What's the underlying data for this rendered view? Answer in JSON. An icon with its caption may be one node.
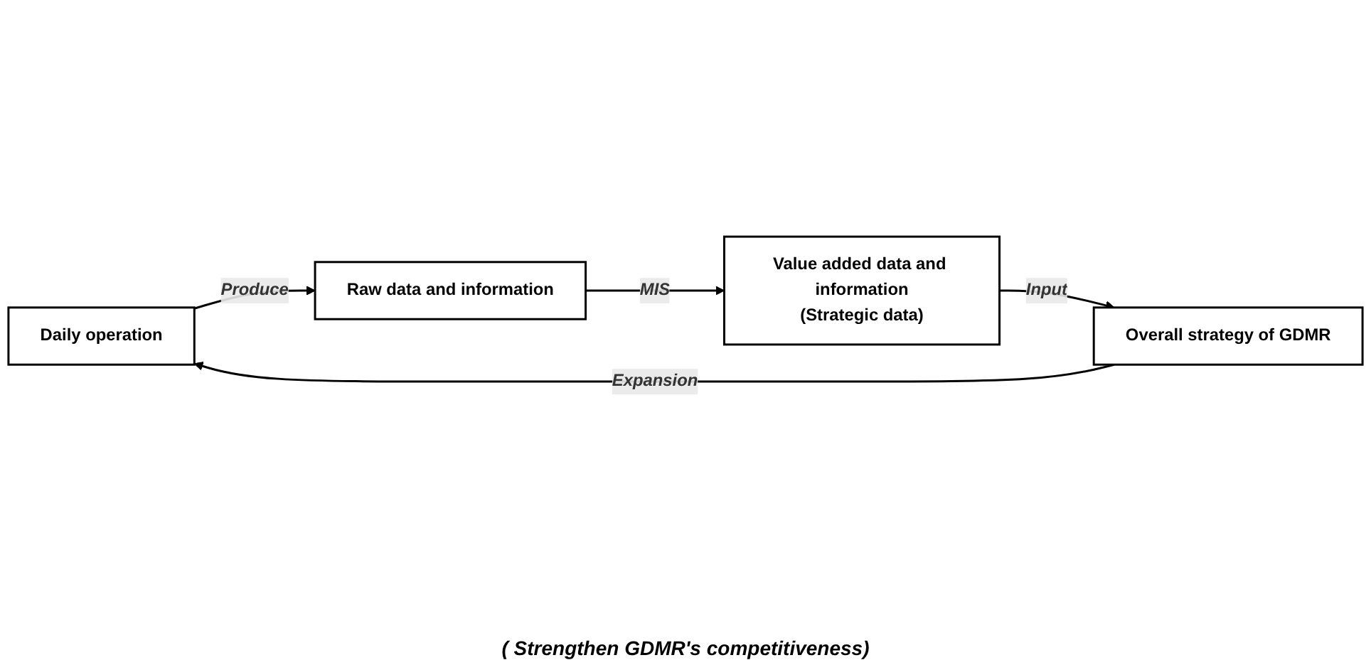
{
  "diagram": {
    "nodes": [
      {
        "text": [
          "Daily operation"
        ]
      },
      {
        "text": [
          "Raw data and information"
        ]
      },
      {
        "text": [
          "Value added data and information",
          "(Strategic data)"
        ]
      },
      {
        "text": [
          "Overall strategy of GDMR"
        ]
      }
    ],
    "edges": [
      {
        "from": 0,
        "to": 1,
        "arrow": "to",
        "label": "Produce"
      },
      {
        "from": 1,
        "to": 2,
        "arrow": "to",
        "label": "MIS"
      },
      {
        "from": 2,
        "to": 3,
        "arrow": "to",
        "label": "Input"
      },
      {
        "from": 3,
        "to": 0,
        "arrow": "to",
        "label": "Expansion"
      }
    ],
    "labels": [
      "( Strengthen GDMR's competitiveness)"
    ]
  }
}
